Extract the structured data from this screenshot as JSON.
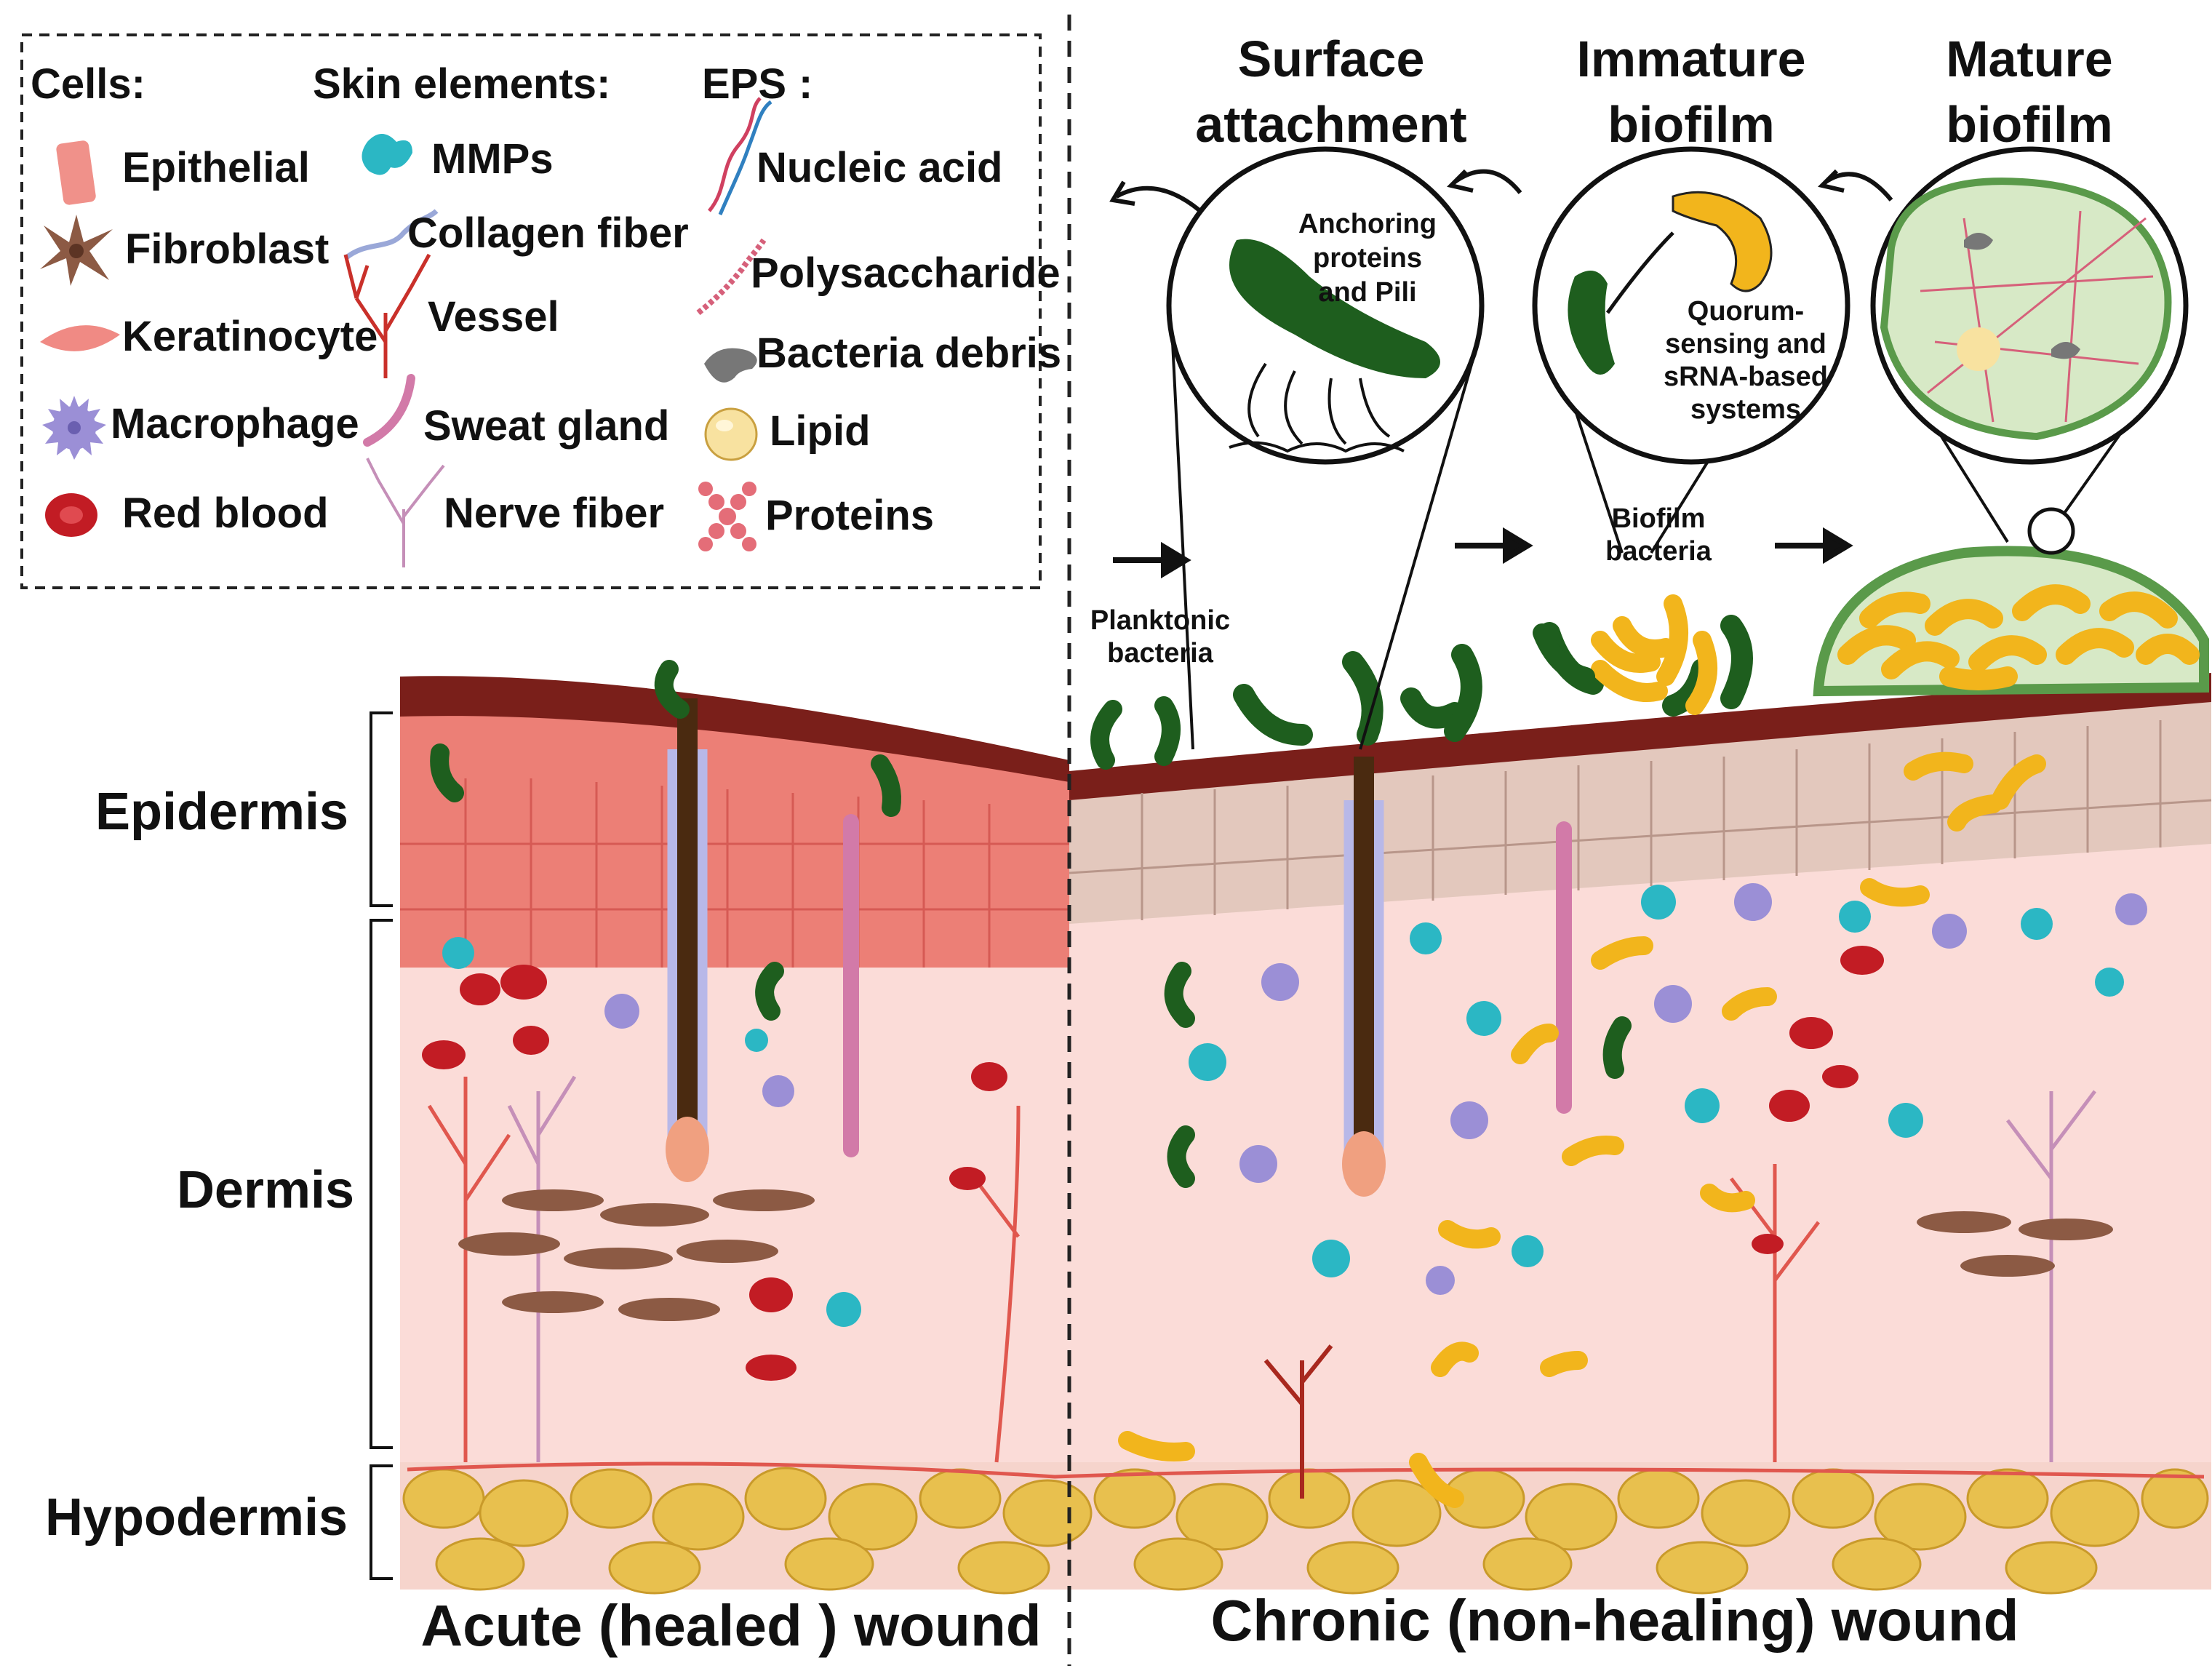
{
  "legend": {
    "cells_title": "Cells:",
    "skin_title": "Skin elements:",
    "eps_title": "EPS",
    "eps_colon": ":",
    "cells": [
      "Epithelial",
      "Fibroblast",
      "Keratinocyte",
      "Macrophage",
      "Red blood"
    ],
    "skin": [
      "MMPs",
      "Collagen fiber",
      "Vessel",
      "Sweat gland",
      "Nerve fiber"
    ],
    "eps": [
      "Nucleic acid",
      "Polysaccharide",
      "Bacteria debris",
      "Lipid",
      "Proteins"
    ]
  },
  "stages": {
    "surface": [
      "Surface",
      "attachment"
    ],
    "immature": [
      "Immature",
      "biofilm"
    ],
    "mature": [
      "Mature",
      "biofilm"
    ]
  },
  "insets": {
    "anchoring": [
      "Anchoring",
      "proteins",
      "and Pili"
    ],
    "quorum": [
      "Quorum-",
      "sensing and",
      "sRNA-based",
      "systems"
    ]
  },
  "annotations": {
    "planktonic": [
      "Planktonic",
      "bacteria"
    ],
    "biofilm_bacteria": [
      "Biofilm",
      "bacteria"
    ]
  },
  "layers": {
    "epidermis": "Epidermis",
    "dermis": "Dermis",
    "hypodermis": "Hypodermis"
  },
  "footer": {
    "acute": "Acute (healed ) wound",
    "chronic": "Chronic (non-healing) wound"
  },
  "colors": {
    "epidermis_acute": "#ec7f76",
    "epidermis_chronic": "#e3c8bd",
    "dermis": "#fbdcd8",
    "hypodermis_fat": "#e8c04e",
    "crust": "#7a1f1a",
    "bacteria_green": "#1e5e1e",
    "bacteria_yellow": "#f2b51c",
    "mmp": "#2bb7c4",
    "red_blood": "#c21c24",
    "macrophage": "#9b8fd6",
    "fibroblast": "#8c5a44",
    "vessel": "#e0574e"
  }
}
